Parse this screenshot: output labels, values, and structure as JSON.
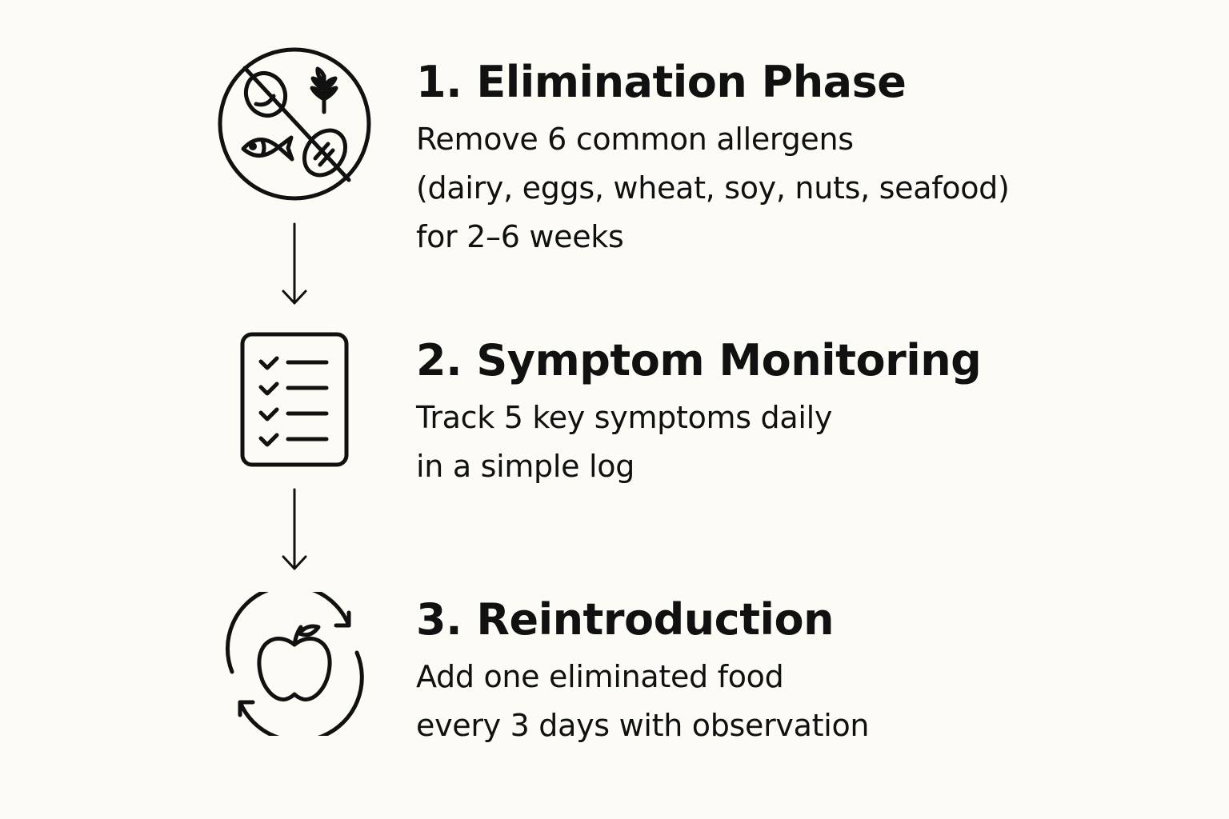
{
  "colors": {
    "background": "#fcfbf5",
    "ink": "#111111"
  },
  "steps": [
    {
      "title": "1. Elimination Phase",
      "lines": [
        "Remove 6 common allergens",
        "(dairy, eggs, wheat, soy, nuts, seafood)",
        "for 2–6 weeks"
      ],
      "icon": "no-allergens-icon"
    },
    {
      "title": "2. Symptom Monitoring",
      "lines": [
        "Track 5 key symptoms daily",
        "in a simple log"
      ],
      "icon": "checklist-icon"
    },
    {
      "title": "3. Reintroduction",
      "lines": [
        "Add one eliminated food",
        "every 3 days with observation"
      ],
      "icon": "apple-cycle-icon"
    }
  ],
  "connectors": [
    "arrow-down-icon",
    "arrow-down-icon"
  ]
}
